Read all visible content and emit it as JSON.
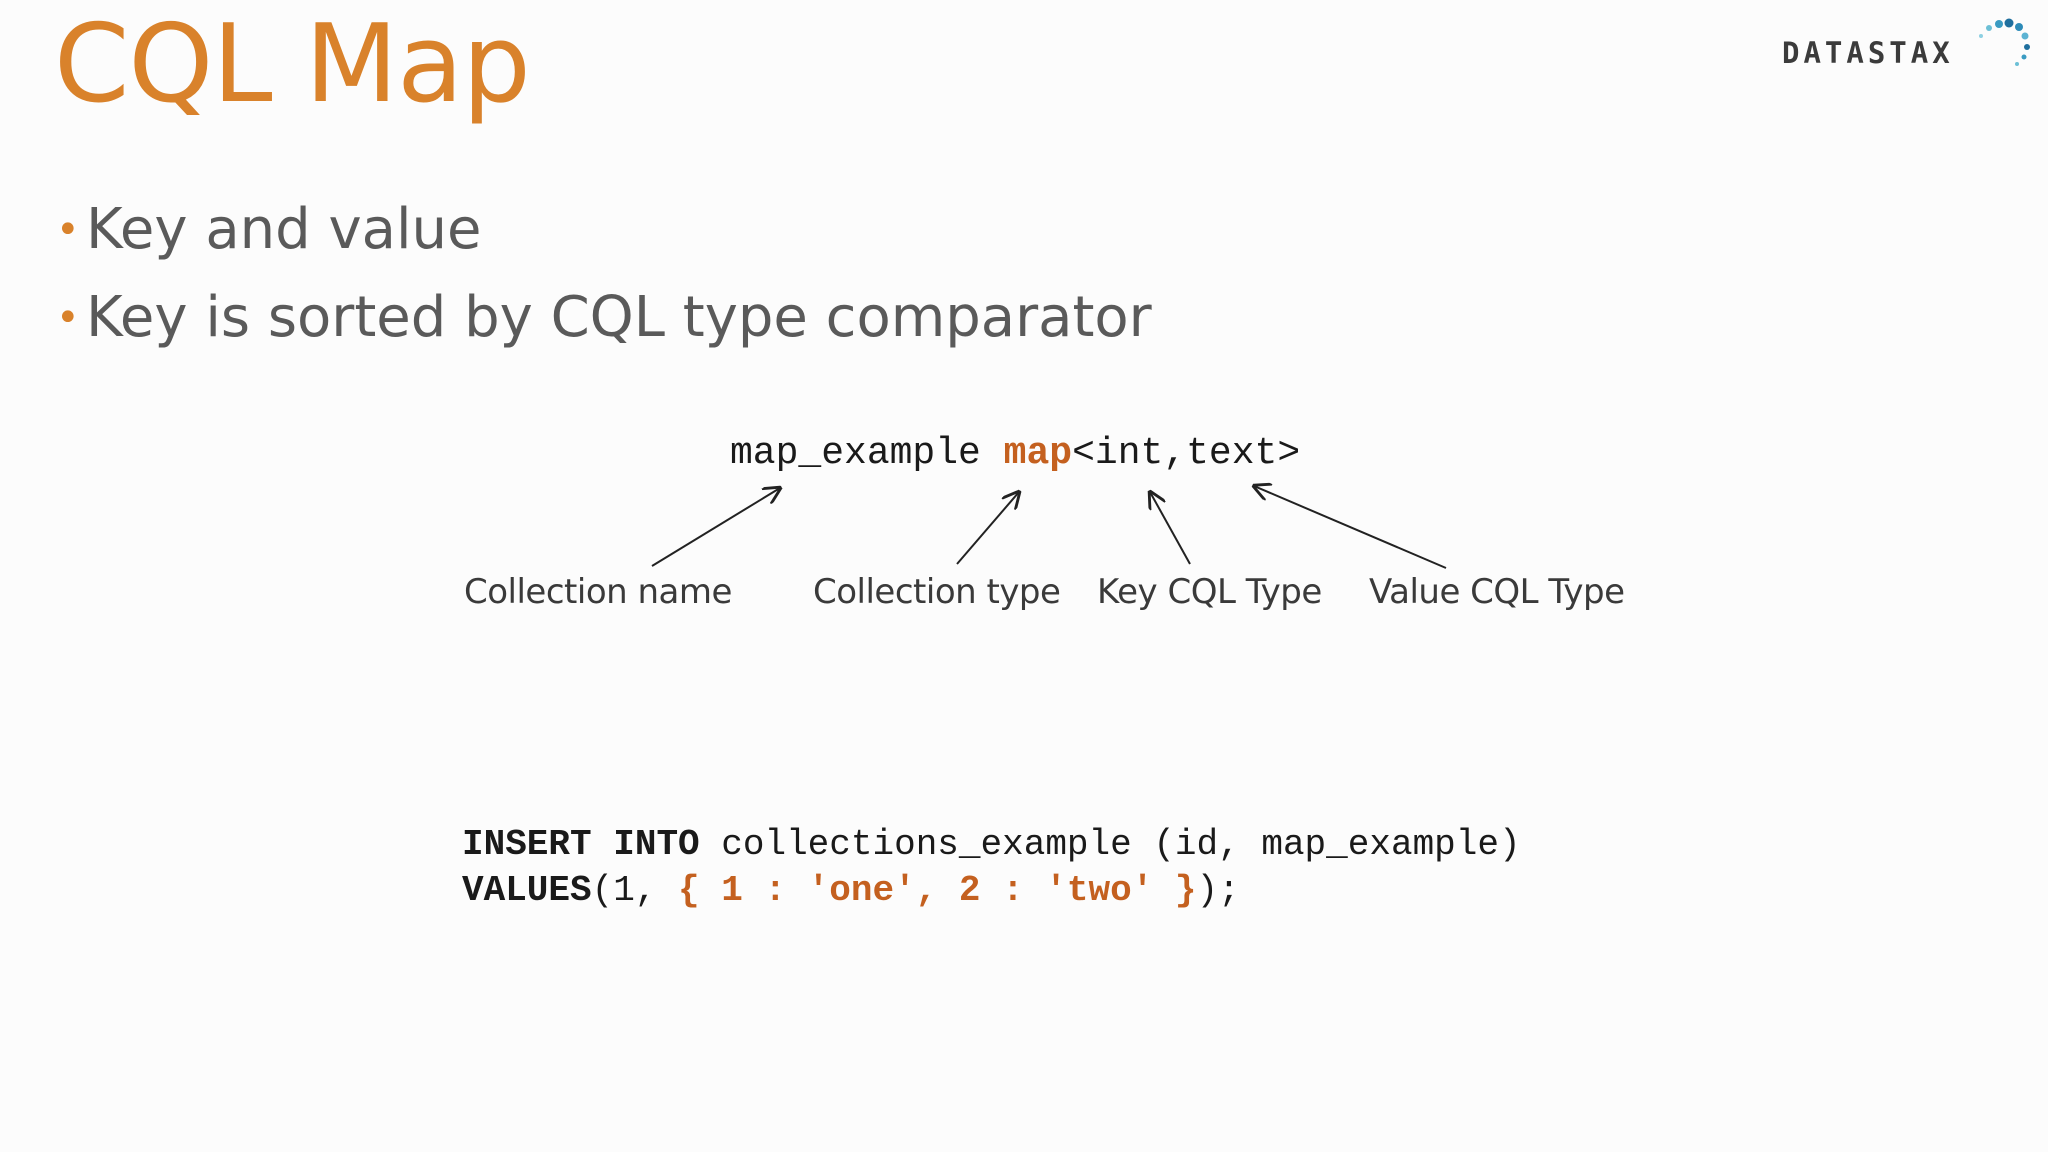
{
  "slide": {
    "title": "CQL Map",
    "logo": "DATASTAX",
    "bullets": [
      "Key and value",
      "Key is sorted by CQL type comparator"
    ],
    "bullet_marker": "•",
    "declaration": {
      "name": "map_example",
      "type": "map",
      "open": "<",
      "key_type": "int",
      "comma": ",",
      "value_type": "text",
      "close": ">"
    },
    "labels": {
      "collection_name": "Collection name",
      "collection_type": "Collection type",
      "key_cql_type": "Key CQL Type",
      "value_cql_type": "Value CQL Type"
    },
    "code": {
      "line1_kw1": "INSERT",
      "line1_kw2": "INTO",
      "line1_rest": " collections_example (id, map_example)",
      "line2_kw": "VALUES",
      "line2_pre": "(1, ",
      "line2_map": "{ 1 : 'one', 2 : 'two' }",
      "line2_post": ");"
    }
  },
  "colors": {
    "accent": "#d9822b",
    "keyword_orange": "#c4601f",
    "text": "#5a5a5a",
    "code": "#1a1a1a",
    "background": "#fcfcfc"
  },
  "icons": {
    "logo_mark": "datastax-dots-icon",
    "arrow": "arrow-icon"
  }
}
